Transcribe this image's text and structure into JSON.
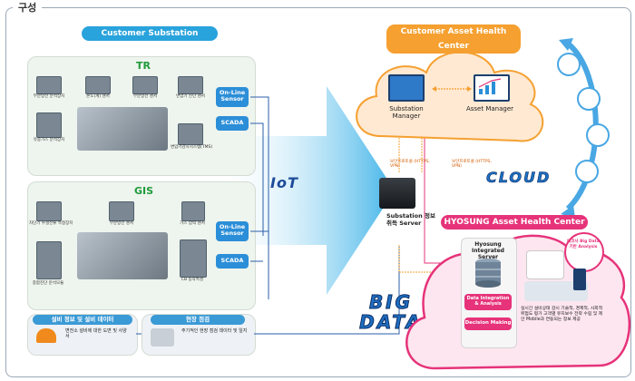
{
  "page": {
    "title": "구성"
  },
  "left": {
    "header": "Customer Substation",
    "tr": {
      "label": "TR",
      "items": [
        "부분방전 분석장치",
        "온도(계) 센서",
        "부분방전 센서",
        "변압기 진단 센서",
        "유중가스 분석장치",
        "변압기감시시스템(TMS)"
      ],
      "online": "On-Line Sensor",
      "scada": "SCADA"
    },
    "gis": {
      "label": "GIS",
      "items": [
        "차단기 누설전류 측정장치",
        "부분방전 센서",
        "가스 압력 센서",
        "종합진단 분석모듈",
        "CB 동작특성"
      ],
      "online": "On-Line Sensor",
      "scada": "SCADA"
    },
    "bottom": {
      "equip_title": "설비 정보 및 설비 데이터",
      "equip_text": "변전소 설비에 대한 도면 및 사양서",
      "field_title": "현장 점검",
      "field_text": "주기적인 현장 점검 데이터 및 일지"
    }
  },
  "middle": {
    "iot": "IoT",
    "server_label": "Substation 정보 취득 Server",
    "protocol1": "보안프로토콜 (HTTPS, VPN)",
    "protocol2": "보안프로토콜 (HTTPS, VPN)",
    "bigdata": "BIG DATA",
    "cloud": "CLOUD"
  },
  "right": {
    "customer_header": "Customer Asset Health Center",
    "substation_manager": "Substation Manager",
    "asset_manager": "Asset Manager",
    "hyosung_header": "HYOSUNG Asset Health Center",
    "integrated_server": "Hyosung Integrated Server",
    "data_integration": "Data Integration & Analysis",
    "decision_making": "Decision Making",
    "big_data_badge": "에코사 Big Data 기반 Analysis",
    "desc": "실시간 설비상태 감시 기술적, 경제적, 사회적 위험도 평가 고객별 유지보수 전략 수립 및 제안 Mobile과 연동되는 정보 제공"
  },
  "colors": {
    "accent_blue": "#2b8ed8",
    "orange": "#f5a030",
    "pink": "#e6337a"
  }
}
